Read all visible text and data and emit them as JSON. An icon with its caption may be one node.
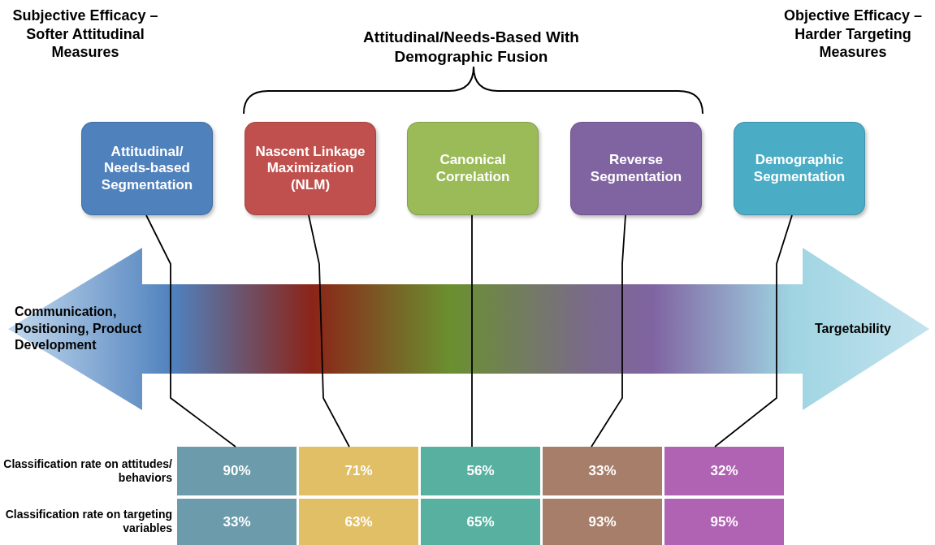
{
  "diagram": {
    "nodes": [
      {
        "text": [
          "Attitudinal/ Needs-based Segmentation"
        ]
      },
      {
        "text": [
          "Nascent Linkage Maximization (NLM)"
        ]
      },
      {
        "text": [
          "Canonical Correlation"
        ]
      },
      {
        "text": [
          "Reverse Segmentation"
        ]
      },
      {
        "text": [
          "Demographic Segmentation"
        ]
      },
      {
        "text": [
          "Communication, Positioning, Product Development",
          "Targetability"
        ]
      },
      {
        "text": [
          "90%"
        ]
      },
      {
        "text": [
          "71%"
        ]
      },
      {
        "text": [
          "56%"
        ]
      },
      {
        "text": [
          "33%"
        ]
      },
      {
        "text": [
          "32%"
        ]
      },
      {
        "text": [
          "33%"
        ]
      },
      {
        "text": [
          "63%"
        ]
      },
      {
        "text": [
          "65%"
        ]
      },
      {
        "text": [
          "93%"
        ]
      },
      {
        "text": [
          "95%"
        ]
      }
    ],
    "edges": [
      {
        "from": 0,
        "to": 6,
        "arrow": "none"
      },
      {
        "from": 1,
        "to": 7,
        "arrow": "none"
      },
      {
        "from": 2,
        "to": 8,
        "arrow": "none"
      },
      {
        "from": 3,
        "to": 9,
        "arrow": "none"
      },
      {
        "from": 4,
        "to": 10,
        "arrow": "none"
      }
    ],
    "labels": [
      "Subjective Efficacy – Softer Attitudinal Measures",
      "Attitudinal/Needs-Based With Demographic Fusion",
      "Objective Efficacy – Harder Targeting Measures",
      "Classification rate on attitudes/ behaviors",
      "Classification rate on targeting variables"
    ]
  }
}
